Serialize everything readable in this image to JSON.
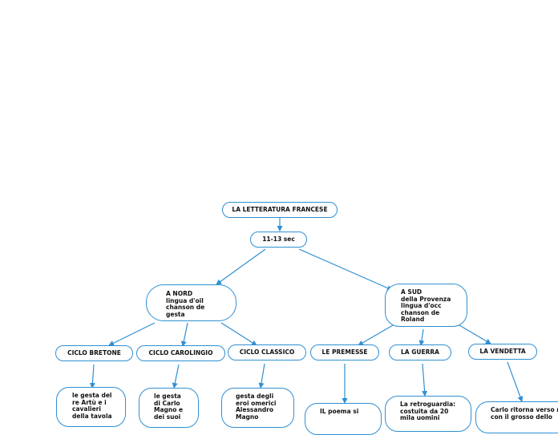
{
  "colors": {
    "line": "#2f8fd3",
    "node_border": "#2f8fd3",
    "text": "#111111"
  },
  "nodes": {
    "root": "LA LETTERATURA FRANCESE",
    "period": "11-13 sec",
    "north": "A NORD\nlingua d'oil\nchanson de\ngesta",
    "south": "A SUD\ndella Provenza\nlingua d'occ\nchanson de\nRoland",
    "ciclo_bretone": "CICLO BRETONE",
    "ciclo_carolingio": "CICLO CAROLINGIO",
    "ciclo_classico": "CICLO CLASSICO",
    "premesse": "LE PREMESSE",
    "guerra": "LA GUERRA",
    "vendetta": "LA VENDETTA",
    "bretone_detail": "le gesta del\nre Artù e i\ncavalieri\ndella tavola",
    "carolingio_detail": "le gesta\ndi Carlo\nMagno e\ndei suoi",
    "classico_detail": "gesta degli\neroi omerici\nAlessandro\nMagno",
    "premesse_detail": "IL poema si",
    "guerra_detail": "La retroguardia:\ncostuita da 20\nmila uomini",
    "vendetta_detail": "Carlo ritorna verso ro\ncon il grosso dello"
  }
}
